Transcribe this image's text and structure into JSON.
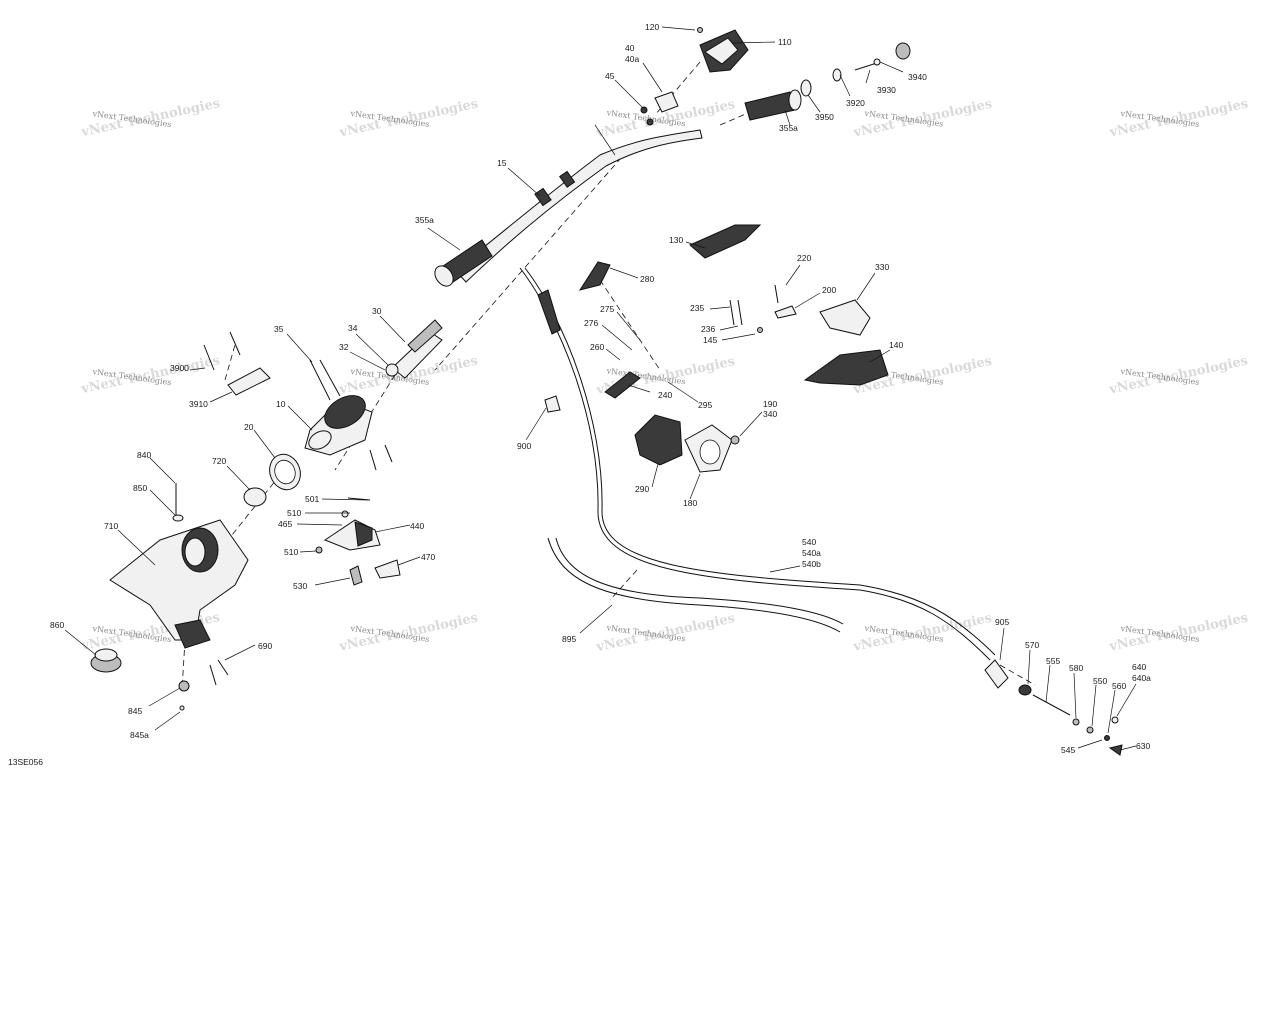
{
  "diagram": {
    "reference_code": "13SE056",
    "watermark_text": "vNext Technologies",
    "callouts": {
      "c120": "120",
      "c110": "110",
      "c40": "40",
      "c40a": "40a",
      "c45": "45",
      "c3940": "3940",
      "c3930": "3930",
      "c3920": "3920",
      "c3950": "3950",
      "c355a_right": "355a",
      "c15": "15",
      "c355a_left": "355a",
      "c130": "130",
      "c280": "280",
      "c220": "220",
      "c330": "330",
      "c200": "200",
      "c235": "235",
      "c275": "275",
      "c276": "276",
      "c236": "236",
      "c145": "145",
      "c260": "260",
      "c140": "140",
      "c240": "240",
      "c295": "295",
      "c190": "190",
      "c340": "340",
      "c900": "900",
      "c290": "290",
      "c180": "180",
      "c35": "35",
      "c34": "34",
      "c30": "30",
      "c32": "32",
      "c3900": "3900",
      "c3910": "3910",
      "c10": "10",
      "c20": "20",
      "c840": "840",
      "c720": "720",
      "c850": "850",
      "c501": "501",
      "c510a": "510",
      "c465": "465",
      "c440": "440",
      "c710": "710",
      "c510b": "510",
      "c470": "470",
      "c530": "530",
      "c540": "540",
      "c540a": "540a",
      "c540b": "540b",
      "c895": "895",
      "c860": "860",
      "c690": "690",
      "c845": "845",
      "c845a": "845a",
      "c905": "905",
      "c570": "570",
      "c555": "555",
      "c580": "580",
      "c550": "550",
      "c560": "560",
      "c640": "640",
      "c640a": "640a",
      "c545": "545",
      "c630": "630"
    }
  }
}
